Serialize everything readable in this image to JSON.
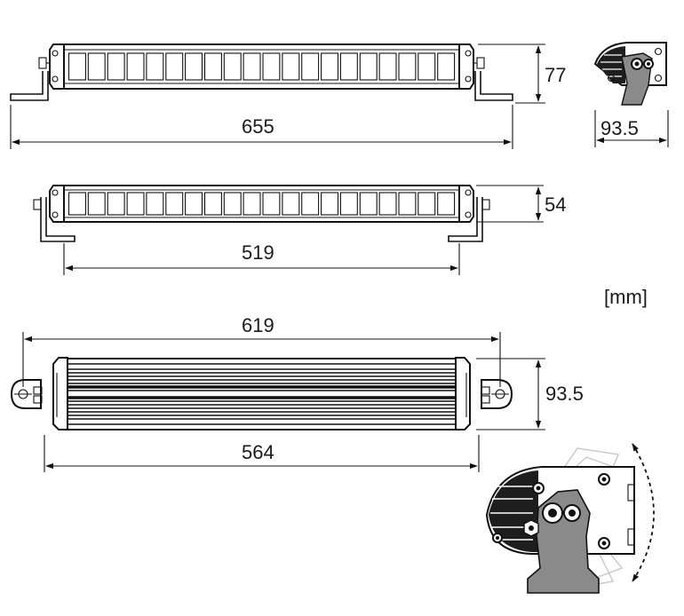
{
  "unit": "[mm]",
  "views": {
    "top": {
      "height": "77",
      "length": "655",
      "depth": "93.5"
    },
    "middle": {
      "height": "54",
      "mount_span": "519"
    },
    "bottom": {
      "overall": "619",
      "body": "564",
      "height": "93.5"
    }
  },
  "led_segments": 20,
  "colors": {
    "line": "#111111",
    "dark_fill": "#1e1e1e",
    "grey": "#8a8a8a",
    "ghost": "#c8c8c8"
  }
}
